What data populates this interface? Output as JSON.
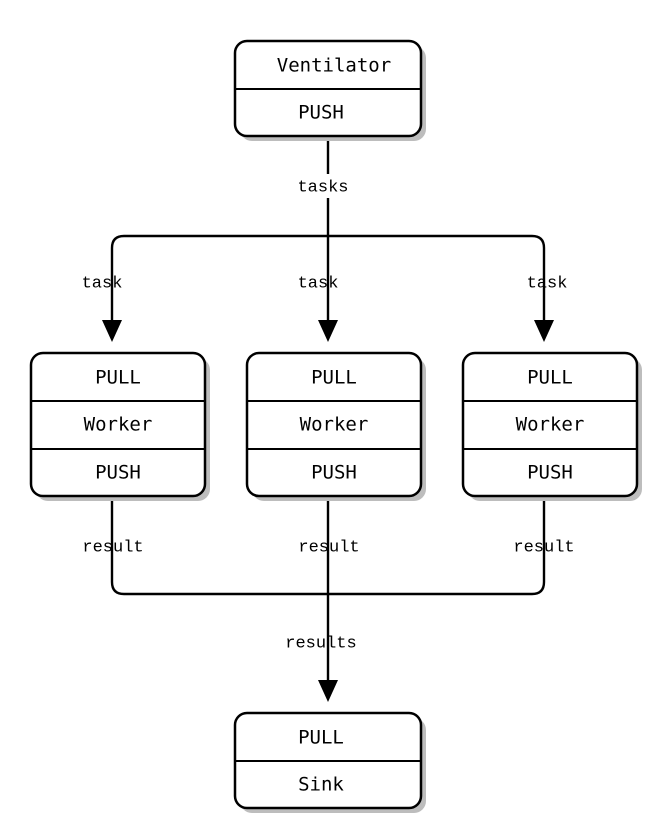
{
  "nodes": {
    "ventilator": {
      "name": "Ventilator",
      "socket": "PUSH"
    },
    "workers": [
      {
        "in_socket": "PULL",
        "name": "Worker",
        "out_socket": "PUSH"
      },
      {
        "in_socket": "PULL",
        "name": "Worker",
        "out_socket": "PUSH"
      },
      {
        "in_socket": "PULL",
        "name": "Worker",
        "out_socket": "PUSH"
      }
    ],
    "sink": {
      "socket": "PULL",
      "name": "Sink"
    }
  },
  "edges": {
    "tasks_label": "tasks",
    "task_labels": [
      "task",
      "task",
      "task"
    ],
    "result_labels": [
      "result",
      "result",
      "result"
    ],
    "results_label": "results"
  }
}
